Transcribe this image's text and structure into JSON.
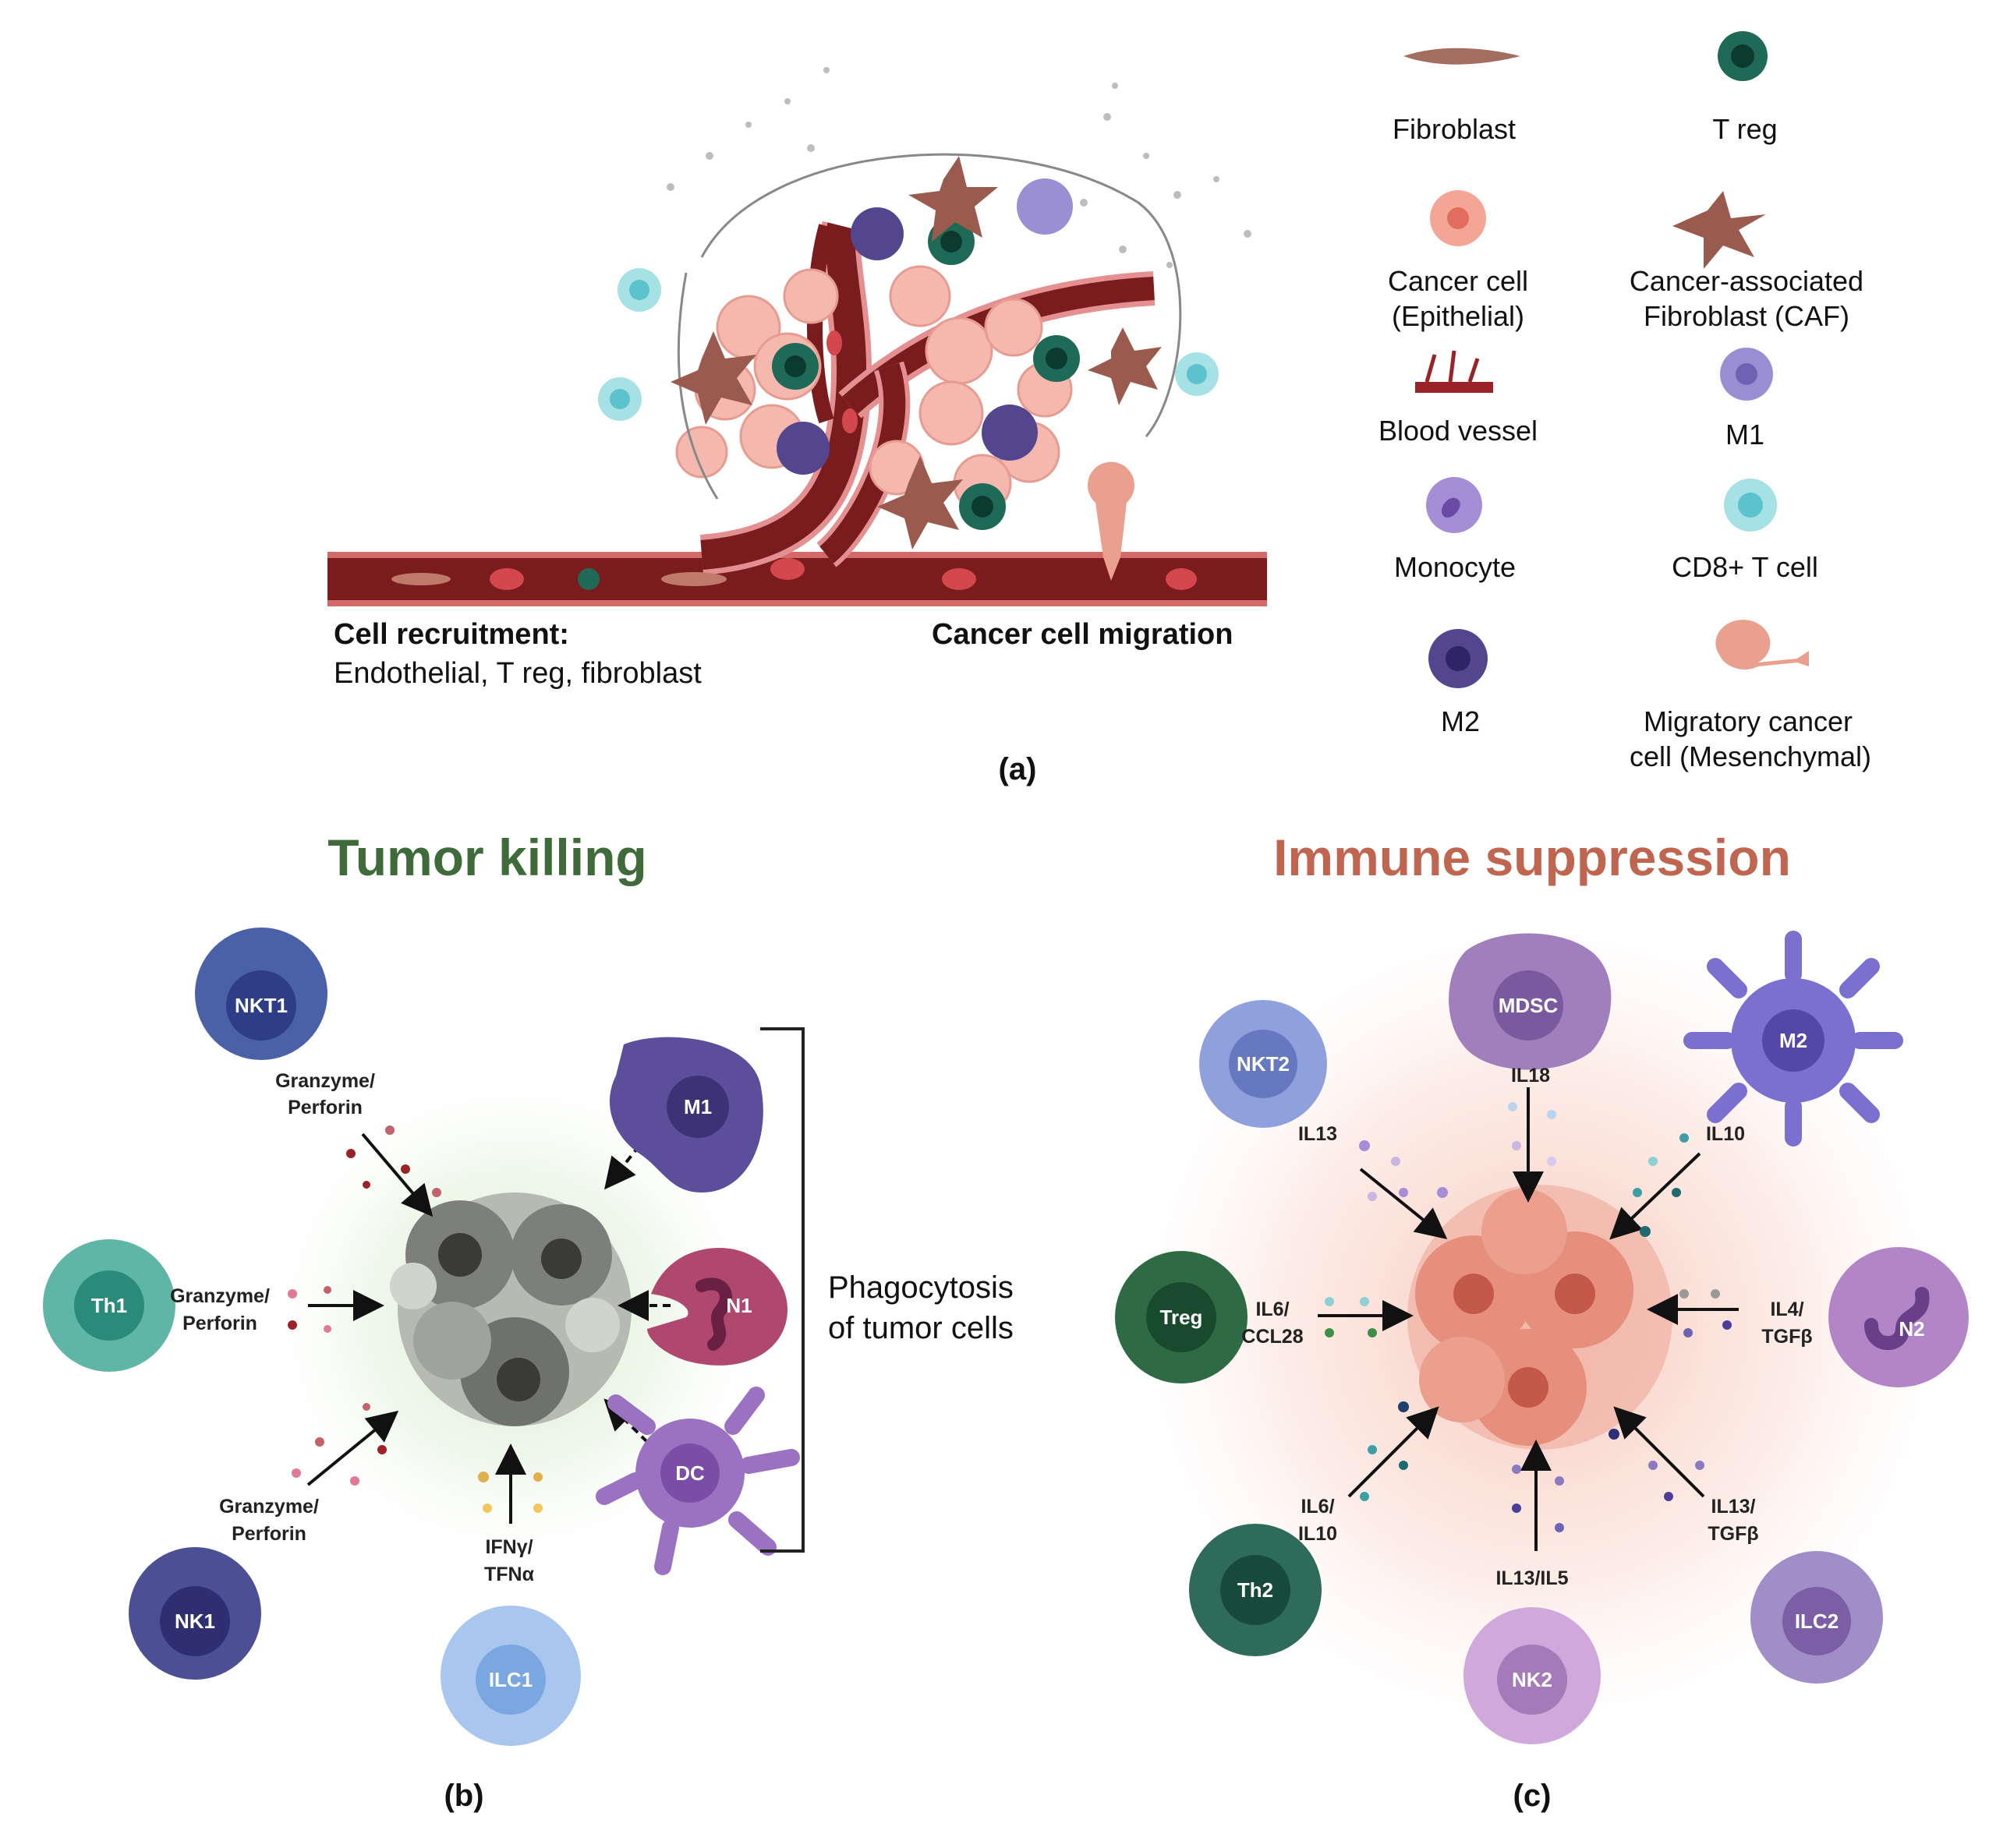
{
  "panel_a": {
    "recruit_title": "Cell recruitment:",
    "recruit_text": "Endothelial, T reg, fibroblast",
    "migration": "Cancer cell migration",
    "tag": "(a)"
  },
  "legend": {
    "fibroblast": "Fibroblast",
    "treg": "T reg",
    "cancer_1": "Cancer cell",
    "cancer_2": "(Epithelial)",
    "caf_1": "Cancer-associated",
    "caf_2": "Fibroblast (CAF)",
    "vessel": "Blood vessel",
    "m1": "M1",
    "monocyte": "Monocyte",
    "cd8": "CD8+ T cell",
    "m2": "M2",
    "mig_1": "Migratory cancer",
    "mig_2": "cell (Mesenchymal)"
  },
  "panel_b": {
    "title": "Tumor killing",
    "title_color": "#3f6b3a",
    "tag": "(b)",
    "cells": {
      "nkt1": "NKT1",
      "th1": "Th1",
      "nk1": "NK1",
      "ilc1": "ILC1",
      "m1": "M1",
      "n1": "N1",
      "dc": "DC"
    },
    "gp1_a": "Granzyme/",
    "gp1_b": "Perforin",
    "gp2_a": "Granzyme/",
    "gp2_b": "Perforin",
    "gp3_a": "Granzyme/",
    "gp3_b": "Perforin",
    "ifn_a": "IFNγ/",
    "ifn_b": "TFNα",
    "phago_a": "Phagocytosis",
    "phago_b": "of tumor cells"
  },
  "panel_c": {
    "title": "Immune suppression",
    "title_color": "#c06650",
    "tag": "(c)",
    "cells": {
      "mdsc": "MDSC",
      "nkt2": "NKT2",
      "m2": "M2",
      "treg": "Treg",
      "n2": "N2",
      "th2": "Th2",
      "nk2": "NK2",
      "ilc2": "ILC2"
    },
    "il18": "IL18",
    "il13": "IL13",
    "il10": "IL10",
    "il6_a": "IL6/",
    "il6_b": "CCL28",
    "il4_a": "IL4/",
    "il4_b": "TGFβ",
    "il610_a": "IL6/",
    "il610_b": "IL10",
    "il13il5": "IL13/IL5",
    "il13tgf_a": "IL13/",
    "il13tgf_b": "TGFβ"
  }
}
